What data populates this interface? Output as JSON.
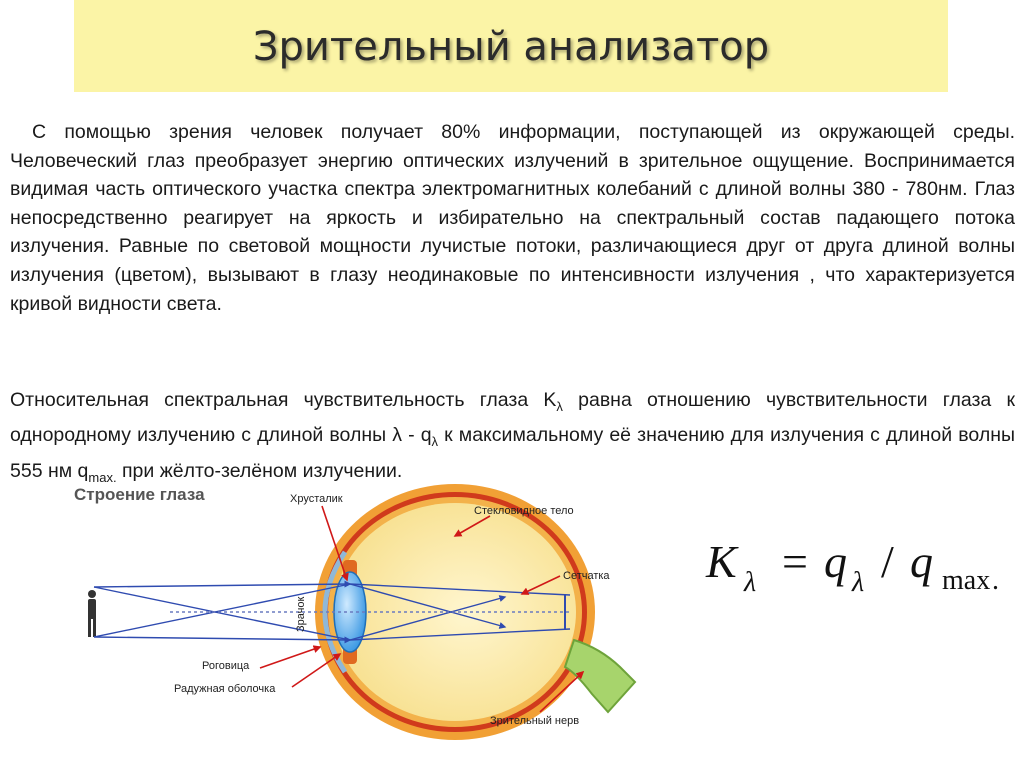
{
  "title": "Зрительный анализатор",
  "paragraph1": "С помощью зрения человек получает 80% информации, поступающей из окружающей среды. Человеческий глаз преобразует энергию оптических излучений в зрительное ощущение. Воспринимается видимая часть оптического участка спектра электромагнитных колебаний с длиной волны 380 - 780нм. Глаз непосредственно реагирует на яркость и избирательно на спектральный состав падающего потока излучения. Равные по световой мощности лучистые потоки, различающиеся друг от друга длиной волны излучения (цветом), вызывают в глазу неодинаковые по интенсивности излучения , что характеризуется кривой видности света.",
  "paragraph2": {
    "part1": "Относительная спектральная чувствительность глаза K",
    "sub1": "λ",
    "part2": " равна отношению чувствительности глаза к однородному излучению с длиной волны λ - q",
    "sub2": "λ",
    "part3": " к максимальному её значению для излучения с длиной волны  555 нм q",
    "sub3": "max.",
    "part4": " при жёлто-зелёном излучении."
  },
  "diagram": {
    "title": "Строение глаза",
    "labels": {
      "lens": "Хрусталик",
      "vitreous": "Стекловидное тело",
      "retina": "Сетчатка",
      "pupil": "Зрачок",
      "cornea": "Роговица",
      "iris": "Радужная оболочка",
      "optic_nerve": "Зрительный нерв"
    }
  },
  "formula": {
    "k": "K",
    "lambda": "λ",
    "equals": "=",
    "q": "q",
    "slash": "/",
    "max": "max",
    "period": "."
  }
}
